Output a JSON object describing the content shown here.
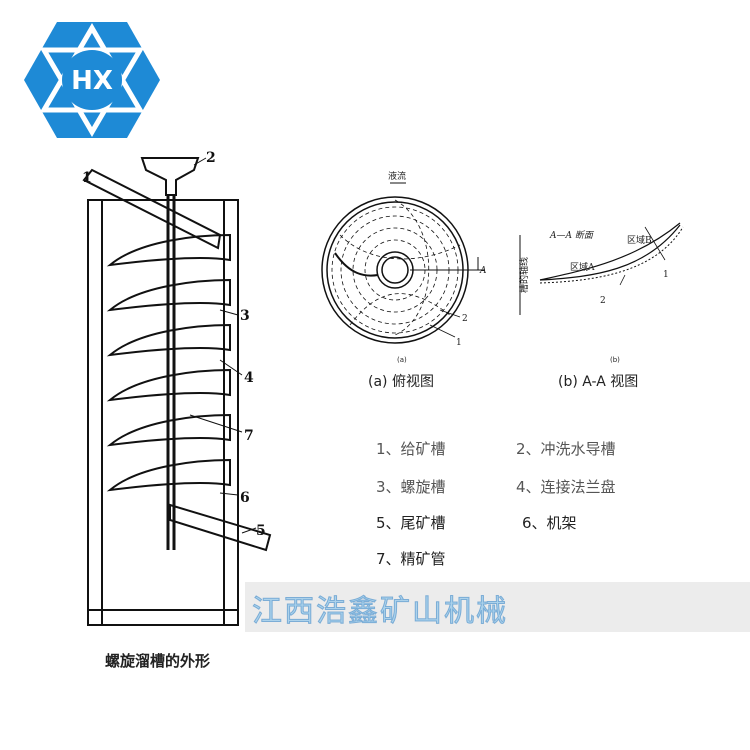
{
  "logo": {
    "text": "HX",
    "color": "#1e8ad6"
  },
  "left_figure": {
    "caption": "螺旋溜槽的外形",
    "callouts": [
      "1",
      "2",
      "3",
      "4",
      "7",
      "6",
      "5"
    ]
  },
  "top_view": {
    "flow_label": "液流",
    "section_marker": "A",
    "callouts": [
      "2",
      "1"
    ],
    "sub_label": "(a)",
    "caption": "(a) 俯视图"
  },
  "section_view": {
    "section_label": "A—A 断面",
    "zone_a": "区域A",
    "zone_b": "区域B",
    "axis_label": "槽的轴线",
    "callouts": [
      "1",
      "2"
    ],
    "sub_label": "(b)",
    "caption": "(b) A-A 视图"
  },
  "legend": [
    "1、给矿槽",
    "2、冲洗水导槽",
    "3、螺旋槽",
    "4、连接法兰盘",
    "5、尾矿槽",
    "6、机架",
    "7、精矿管"
  ],
  "watermark": "江西浩鑫矿山机械"
}
